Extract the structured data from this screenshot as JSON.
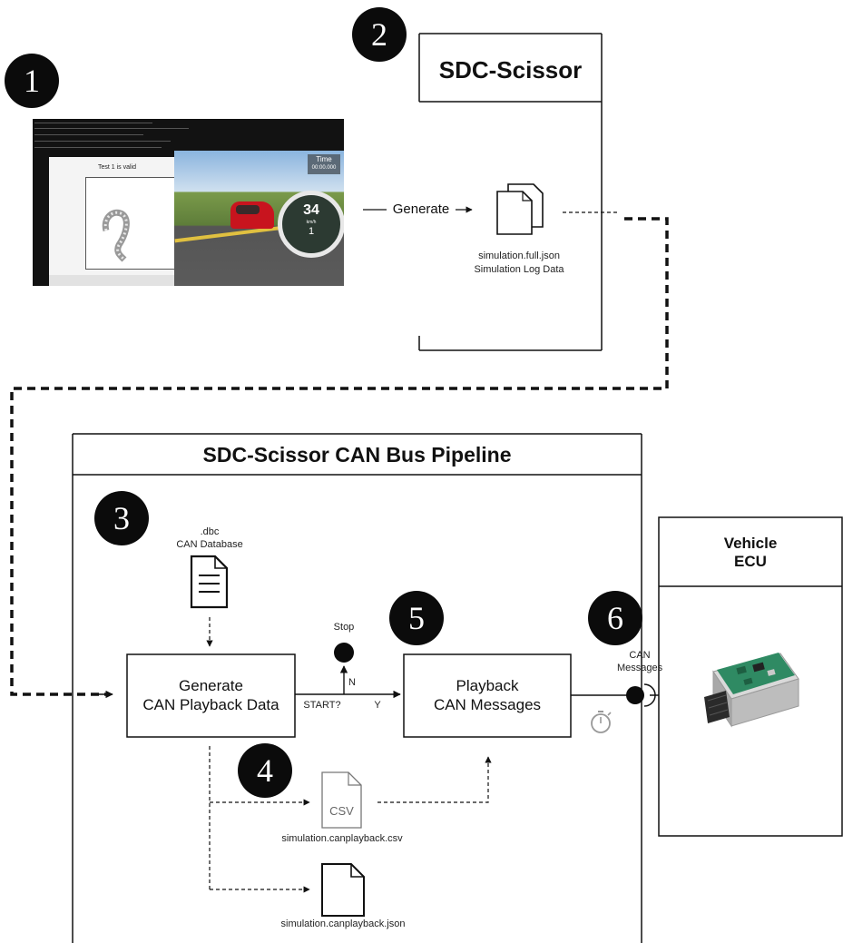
{
  "badges": [
    "1",
    "2",
    "3",
    "4",
    "5",
    "6"
  ],
  "screenshot": {
    "plot_title": "Test 1 is valid",
    "hud_time_label": "Time",
    "hud_time_value": "00:00.000",
    "speed_value": "34",
    "speed_unit": "km/h",
    "gear": "1"
  },
  "sdc_scissor": {
    "title": "SDC-Scissor",
    "file_name": "simulation.full.json",
    "file_desc": "Simulation Log Data"
  },
  "generate_label": "Generate",
  "pipeline": {
    "title": "SDC-Scissor  CAN Bus Pipeline",
    "dbc_ext": ".dbc",
    "dbc_name": "CAN Database",
    "generate_box": [
      "Generate",
      "CAN Playback Data"
    ],
    "playback_box": [
      "Playback",
      "CAN Messages"
    ],
    "stop_label": "Stop",
    "start_label": "START?",
    "no_label": "N",
    "yes_label": "Y",
    "csv_icon_text": "CSV",
    "csv_file": "simulation.canplayback.csv",
    "json_file": "simulation.canplayback.json"
  },
  "can_messages_label": [
    "CAN",
    "Messages"
  ],
  "ecu": {
    "title": [
      "Vehicle",
      "ECU"
    ]
  },
  "colors": {
    "badge": "#0b0b0b",
    "line": "#111111",
    "ecu_board": "#2f8a63"
  }
}
